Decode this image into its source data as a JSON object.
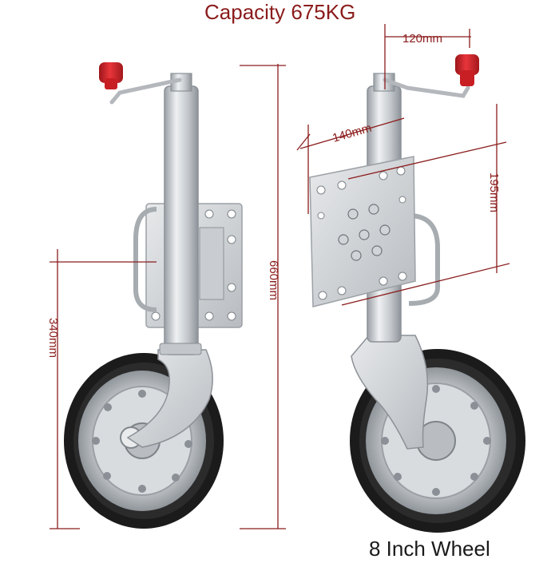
{
  "title": "Capacity 675KG",
  "footer": "8 Inch Wheel",
  "dimensions": {
    "handle_offset": "120mm",
    "plate_width": "140mm",
    "plate_height": "195mm",
    "overall_height": "660mm",
    "wheel_to_plate": "340mm"
  },
  "colors": {
    "annotation": "#8b1c1c",
    "handle_knob": "#d8262b",
    "metal": "#c9ccd0",
    "tyre": "#1b1b1b"
  }
}
